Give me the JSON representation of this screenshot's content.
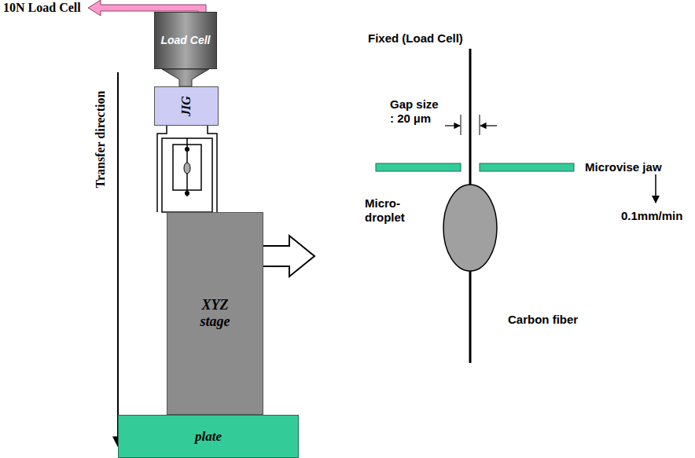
{
  "diagram": {
    "nodes": [
      {
        "text": [
          "Load Cell"
        ]
      },
      {
        "text": [
          "JIG"
        ]
      },
      {
        "text": [
          "XYZ stage"
        ]
      },
      {
        "text": [
          "plate"
        ]
      }
    ],
    "labels": [
      "10N Load Cell",
      "Transfer direction",
      "Fixed (Load Cell)",
      "Gap size : 20 µm",
      "Microvise jaw",
      "0.1mm/min",
      "Micro- droplet",
      "Carbon fiber"
    ]
  }
}
